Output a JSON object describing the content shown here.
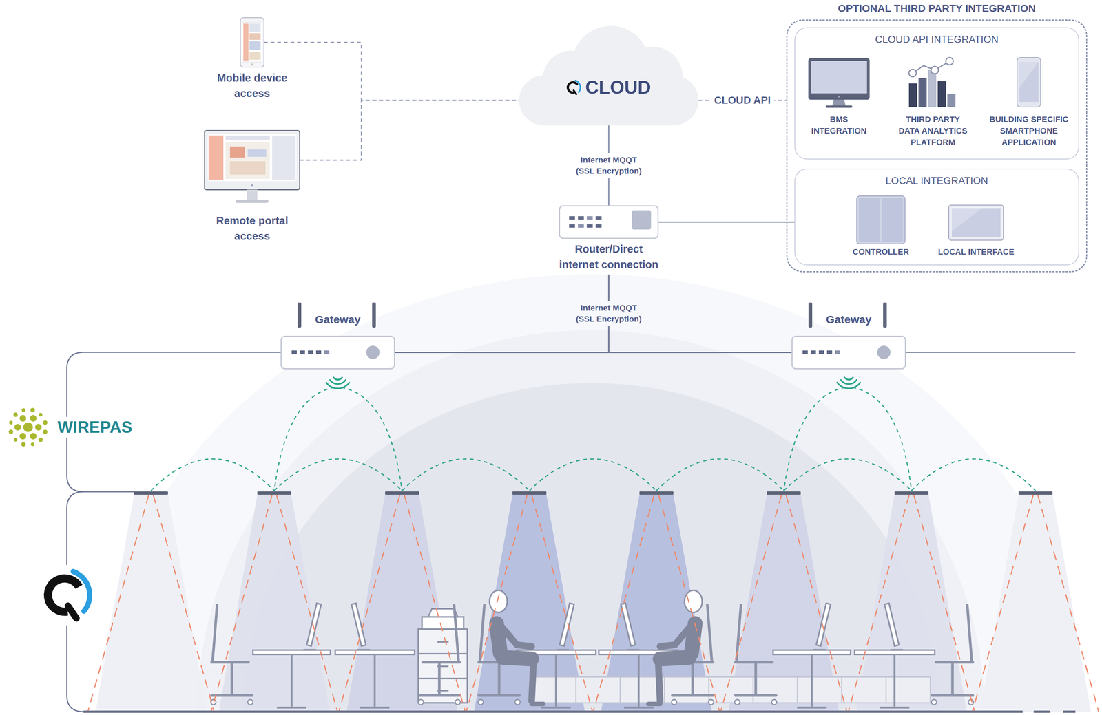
{
  "diagram": {
    "nodes": [
      {
        "text": [
          "Mobile device access"
        ]
      },
      {
        "text": [
          "Remote portal access"
        ]
      },
      {
        "text": [
          "CLOUD"
        ]
      },
      {
        "text": [
          "OPTIONAL THIRD PARTY INTEGRATION"
        ]
      },
      {
        "text": [
          "CLOUD API INTEGRATION"
        ],
        "in": 3
      },
      {
        "text": [
          "BMS INTEGRATION"
        ],
        "in": 4
      },
      {
        "text": [
          "THIRD PARTY DATA ANALYTICS PLATFORM"
        ],
        "in": 4
      },
      {
        "text": [
          "BUILDING SPECIFIC SMARTPHONE APPLICATION"
        ],
        "in": 4
      },
      {
        "text": [
          "Router/Direct internet connection"
        ]
      },
      {
        "text": [
          "LOCAL INTEGRATION"
        ],
        "in": 3
      },
      {
        "text": [
          "CONTROLLER"
        ],
        "in": 9
      },
      {
        "text": [
          "LOCAL INTERFACE"
        ],
        "in": 9
      },
      {
        "text": [
          "Gateway"
        ]
      },
      {
        "text": [
          "Gateway"
        ]
      }
    ],
    "edges": [
      {
        "from": 0,
        "to": 2,
        "arrow": "none"
      },
      {
        "from": 1,
        "to": 2,
        "arrow": "none"
      },
      {
        "from": 2,
        "to": 3,
        "label": "CLOUD API",
        "arrow": "none"
      },
      {
        "from": 2,
        "to": 8,
        "label": "Internet MQQT (SSL Encryption)",
        "arrow": "none"
      },
      {
        "from": 8,
        "to": 9,
        "arrow": "none"
      },
      {
        "from": 8,
        "to": 12,
        "label": "Internet MQQT (SSL Encryption)",
        "arrow": "none"
      },
      {
        "from": 8,
        "to": 13,
        "arrow": "none"
      }
    ],
    "labels": [
      "WIREPAS"
    ]
  }
}
